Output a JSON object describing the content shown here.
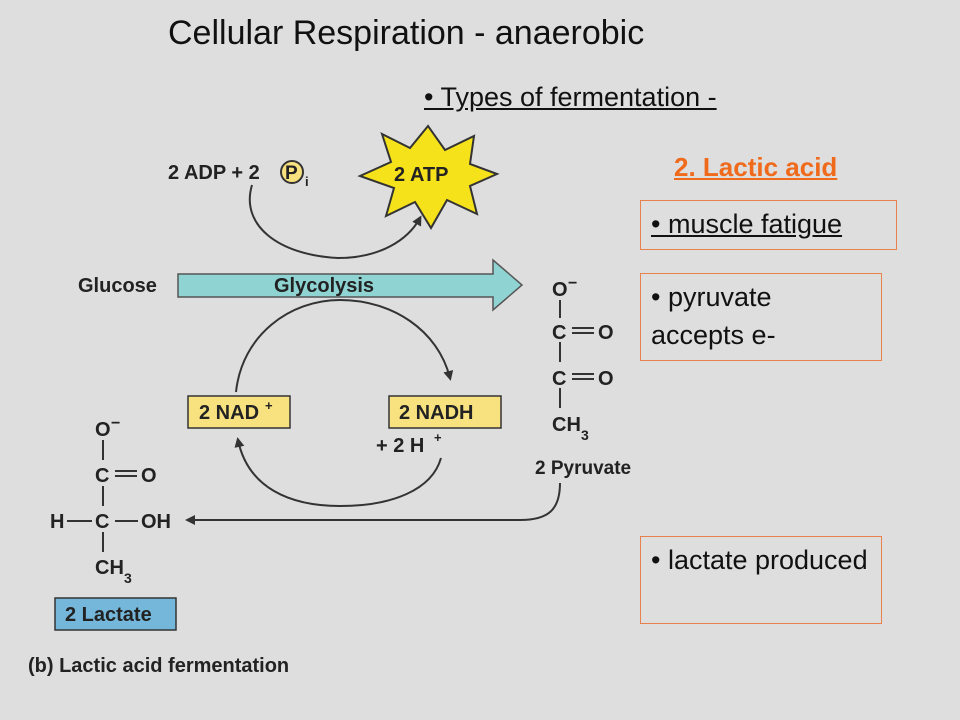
{
  "header": {
    "title": "Cellular Respiration - anaerobic",
    "subtitle": "• Types of fermentation -"
  },
  "notes": {
    "heading": "2. Lactic acid",
    "items": [
      "• muscle fatigue",
      "• pyruvate accepts e-",
      "• lactate produced"
    ]
  },
  "diagram": {
    "adp_label": "2 ADP + 2",
    "pi_symbol": "P",
    "pi_subscript": "i",
    "atp_label": "2 ATP",
    "glucose_label": "Glucose",
    "glycolysis_label": "Glycolysis",
    "nad_label": "2 NAD",
    "nad_sup": "+",
    "nadh_label": "2 NADH",
    "h_label": "+ 2 H",
    "h_sup": "+",
    "pyruvate_label": "2 Pyruvate",
    "lactate_label": "2 Lactate",
    "caption": "(b) Lactic acid fermentation",
    "pyruvate_structure": {
      "o_minus": "O",
      "minus": "−",
      "c": "C",
      "o": "O",
      "ch": "CH",
      "sub3": "3"
    },
    "lactate_structure": {
      "o_minus": "O",
      "minus": "−",
      "c": "C",
      "o": "O",
      "h": "H",
      "oh": "OH",
      "ch": "CH",
      "sub3": "3"
    }
  },
  "colors": {
    "background": "#dedede",
    "accent_orange": "#f06a1c",
    "box_border": "#e8824a",
    "arrow_fill": "#8fd3d3",
    "atp_fill": "#f5e21a",
    "nad_fill": "#f8e27f",
    "lactate_fill": "#74b7da"
  }
}
